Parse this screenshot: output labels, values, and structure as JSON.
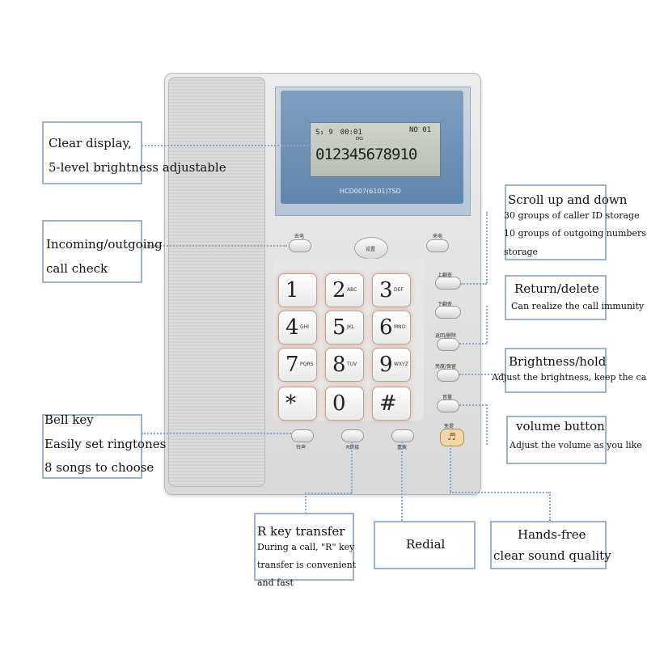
{
  "callouts": {
    "display": {
      "line1": "Clear display,",
      "line2": "5-level brightness adjustable"
    },
    "incoming": {
      "line1": "Incoming/outgoing",
      "line2": "call check"
    },
    "bell": {
      "line1": "Bell key",
      "line2": "Easily set ringtones",
      "line3": "8 songs to choose"
    },
    "scroll": {
      "title": "Scroll up and down",
      "line1": "30 groups of caller ID storage",
      "line2": "10 groups of outgoing numbers",
      "line3": "storage"
    },
    "return": {
      "title": "Return/delete",
      "desc": "Can realize the call immunity"
    },
    "brightness": {
      "title": "Brightness/hold",
      "desc": "Adjust the brightness, keep the call"
    },
    "volume": {
      "title": "volume button",
      "desc": "Adjust the volume as you like"
    },
    "rkey": {
      "title": "R key transfer",
      "line1": "During a call, \"R\" key",
      "line2": "transfer is convenient",
      "line3": "and fast"
    },
    "redial": {
      "title": "Redial"
    },
    "handsfree": {
      "line1": "Hands-free",
      "line2": "clear sound quality"
    }
  },
  "phone": {
    "lcd_top_left": "S₁ 9　00:01",
    "lcd_top_right": "NO 01",
    "lcd_small": "ERS",
    "lcd_number": "012345678910",
    "model": "HCD007(6101)TSD",
    "btn_out": "去电",
    "btn_in": "来电",
    "btn_set": "设置",
    "btn_up": "上翻查",
    "btn_down": "下翻查",
    "btn_return": "返回/删除",
    "btn_bright": "亮度/保留",
    "btn_vol": "音量",
    "btn_hf": "免提",
    "btn_bell": "铃声",
    "btn_r": "R转接",
    "btn_redial": "重拨",
    "keys": [
      {
        "d": "1",
        "l": ""
      },
      {
        "d": "2",
        "l": "ABC"
      },
      {
        "d": "3",
        "l": "DEF"
      },
      {
        "d": "4",
        "l": "GHI"
      },
      {
        "d": "5",
        "l": "JKL"
      },
      {
        "d": "6",
        "l": "MNO"
      },
      {
        "d": "7",
        "l": "PQRS"
      },
      {
        "d": "8",
        "l": "TUV"
      },
      {
        "d": "9",
        "l": "WXYZ"
      },
      {
        "d": "*",
        "l": ""
      },
      {
        "d": "0",
        "l": ""
      },
      {
        "d": "#",
        "l": ""
      }
    ]
  }
}
